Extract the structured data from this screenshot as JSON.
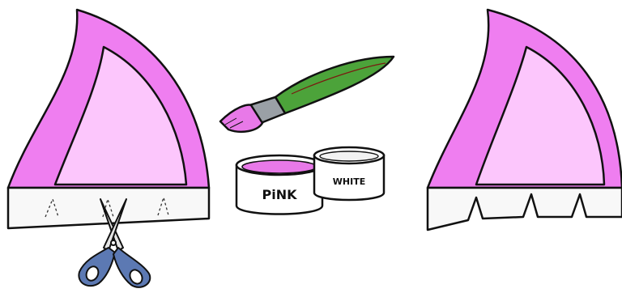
{
  "illustration": {
    "paint_labels": {
      "pink": "PiNK",
      "white": "WHITE"
    },
    "colors": {
      "ear_outer": "#ef7ef0",
      "ear_inner": "#fcc6fc",
      "band": "#f8f8f8",
      "paint_pink": "#e879e8",
      "brush_handle": "#4ca33a",
      "brush_ferrule": "#9aa0a6",
      "scissors_handle": "#5c79b3",
      "outline": "#111111"
    },
    "icons": [
      "ear-left",
      "paintbrush-icon",
      "paint-jar-pink",
      "paint-jar-white",
      "ear-right",
      "scissors-icon"
    ]
  }
}
